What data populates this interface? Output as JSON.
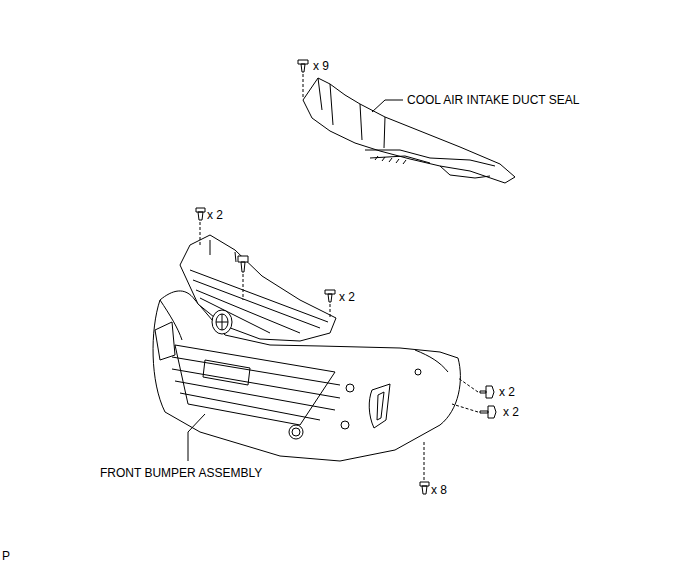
{
  "diagram": {
    "labels": [
      "x 9",
      "COOL AIR INTAKE DUCT SEAL",
      "x 2",
      "x 2",
      "x 2",
      "x 2",
      "FRONT BUMPER ASSEMBLY",
      "x 8",
      "P"
    ]
  }
}
